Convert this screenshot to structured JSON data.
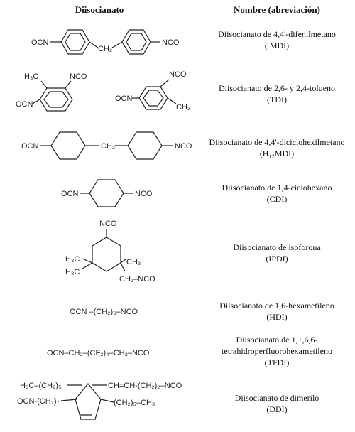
{
  "header": {
    "col1": "Diisocianato",
    "col2": "Nombre (abreviación)"
  },
  "rows": [
    {
      "name": "Diisocianato de 4,4'-difenilmetano",
      "abbr": "( MDI)",
      "labels": {
        "l1": "OCN",
        "l2": "CH₂",
        "l3": "NCO"
      }
    },
    {
      "name": "Diisocianato de 2,6- y 2,4-tolueno",
      "abbr": "(TDI)",
      "labels": {
        "l1": "H₃C",
        "l2": "NCO",
        "l3": "OCN",
        "l4": "NCO",
        "l5": "OCN",
        "l6": "CH₃"
      }
    },
    {
      "name": "Diisocianato de 4,4'-diciclohexilmetano",
      "abbr": "(H₁₂MDI)",
      "labels": {
        "l1": "OCN",
        "l2": "CH₂",
        "l3": "NCO"
      }
    },
    {
      "name": "Diisocianato de 1,4-ciclohexano",
      "abbr": "(CDI)",
      "labels": {
        "l1": "OCN",
        "l2": "NCO"
      }
    },
    {
      "name": "Diisocianato de isoforona",
      "abbr": "(IPDI)",
      "labels": {
        "l1": "NCO",
        "l2": "H₃C",
        "l3": "H₃C",
        "l4": "CH₃",
        "l5": "CH₂–NCO"
      }
    },
    {
      "name": "Diisocianato de 1,6-hexametileno",
      "abbr": "(HDI)",
      "labels": {
        "l1": "OCN –(CH₂)₆–NCO"
      }
    },
    {
      "name": "Diisocianato de 1,1,6,6-",
      "name2": "tetrahidroperfluorohexametileno",
      "abbr": "(TFDI)",
      "labels": {
        "l1": "OCN–CH₂–(CF₂)₄–CH₂–NCO"
      }
    },
    {
      "name": "Diisocianato de dimerilo",
      "abbr": "(DDI)",
      "labels": {
        "l1": "H₃C–(CH₂)₅",
        "l2": "CH=CH-(CH₂)₂–NCO",
        "l3": "OCN-(CH₂)₇",
        "l4": "(CH₂)₅–CH₃"
      }
    }
  ]
}
